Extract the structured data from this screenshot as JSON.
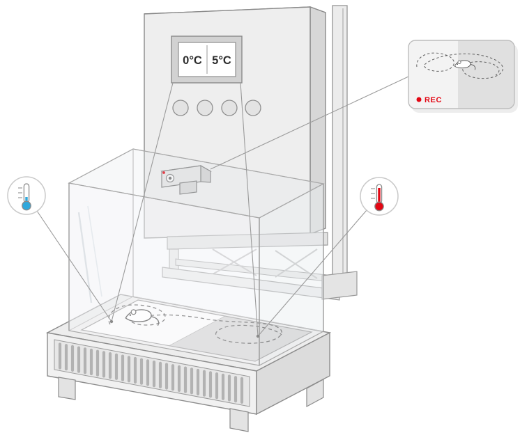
{
  "display": {
    "left_temp": "0°C",
    "right_temp": "5°C"
  },
  "rec_panel": {
    "label": "REC"
  },
  "colors": {
    "cold": "#2fa8dc",
    "hot": "#e30613",
    "rec": "#e30613",
    "connector": "#9a9a9a",
    "track": "#5f5f5f",
    "outline": "#8c8c8c"
  },
  "icons": {
    "left_gauge": "thermometer-cold-icon",
    "right_gauge": "thermometer-hot-icon",
    "recorder": "camera-icon",
    "subject": "mouse-icon",
    "rec_indicator": "record-dot-icon"
  }
}
